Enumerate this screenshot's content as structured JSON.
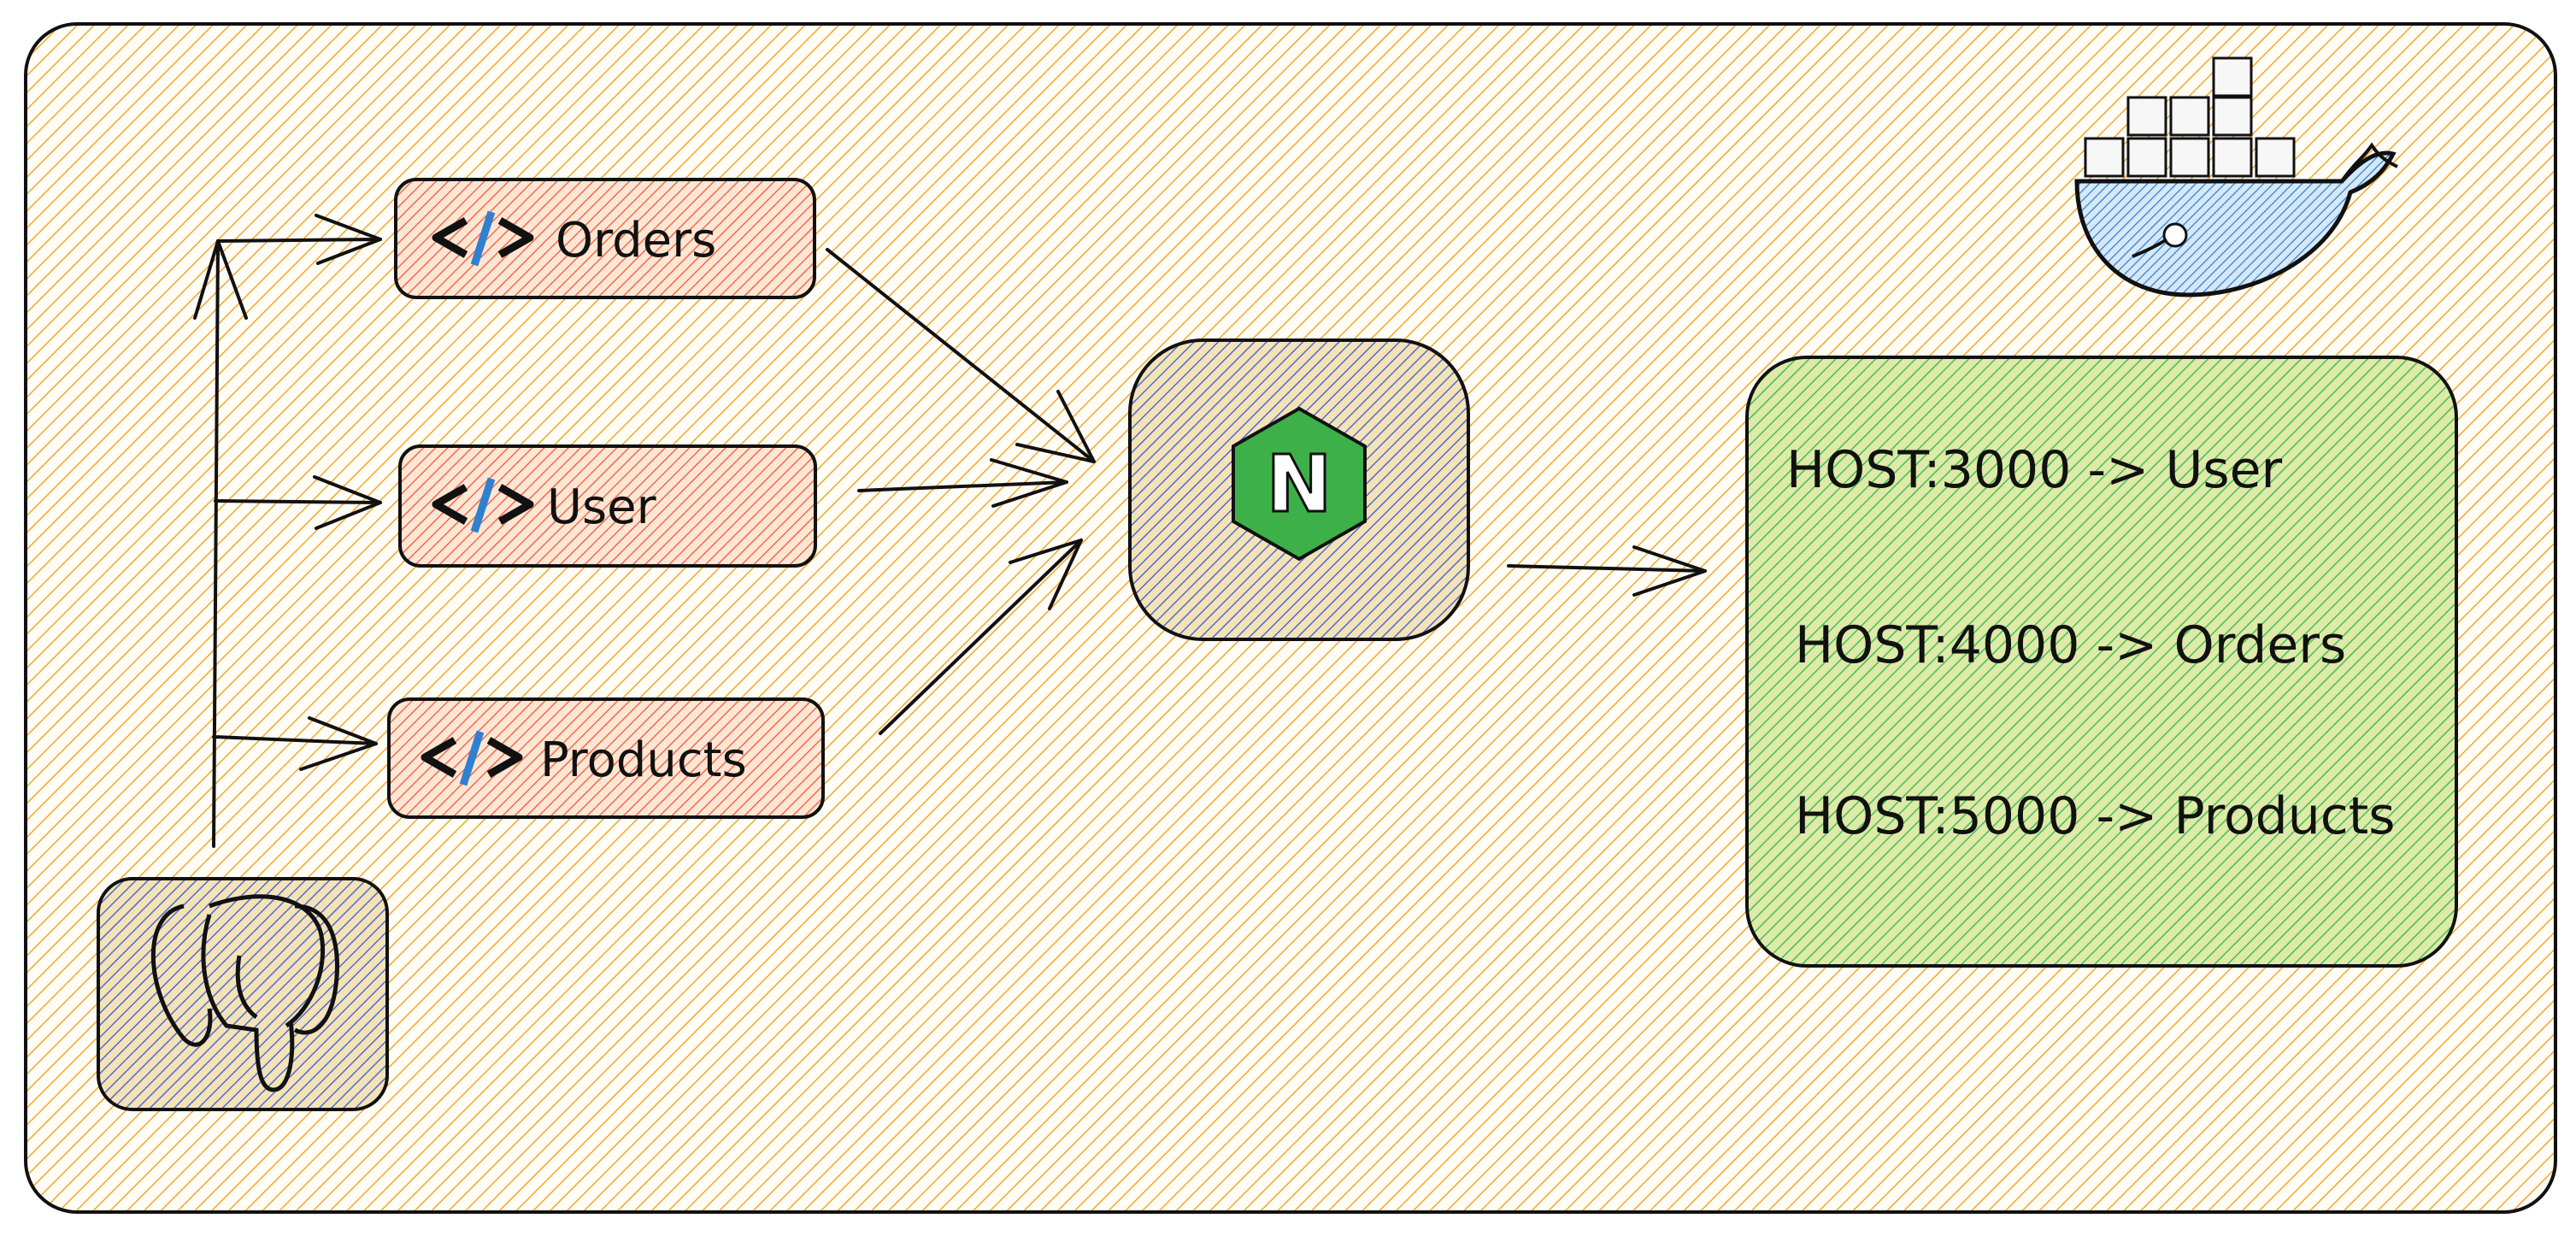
{
  "services": [
    {
      "id": "orders",
      "label": "Orders",
      "icon": "code-icon"
    },
    {
      "id": "user",
      "label": "User",
      "icon": "code-icon"
    },
    {
      "id": "products",
      "label": "Products",
      "icon": "code-icon"
    }
  ],
  "gateway": {
    "letter": "N",
    "icon": "nginx-icon"
  },
  "database": {
    "icon": "postgres-elephant-icon"
  },
  "container_platform": {
    "icon": "docker-whale-icon"
  },
  "routes": [
    {
      "text": "HOST:3000 -> User"
    },
    {
      "text": "HOST:4000 -> Orders"
    },
    {
      "text": "HOST:5000 -> Products"
    }
  ],
  "colors": {
    "background_hatch": "#f0a830",
    "service_fill": "#f26b4f",
    "gateway_fill": "#4f6bd0",
    "database_fill": "#4f6bd0",
    "routes_fill": "#40c057",
    "nginx_green": "#3db04a",
    "docker_blue": "#2f80d0",
    "code_icon_blue": "#2f80d0",
    "stroke": "#111111"
  }
}
